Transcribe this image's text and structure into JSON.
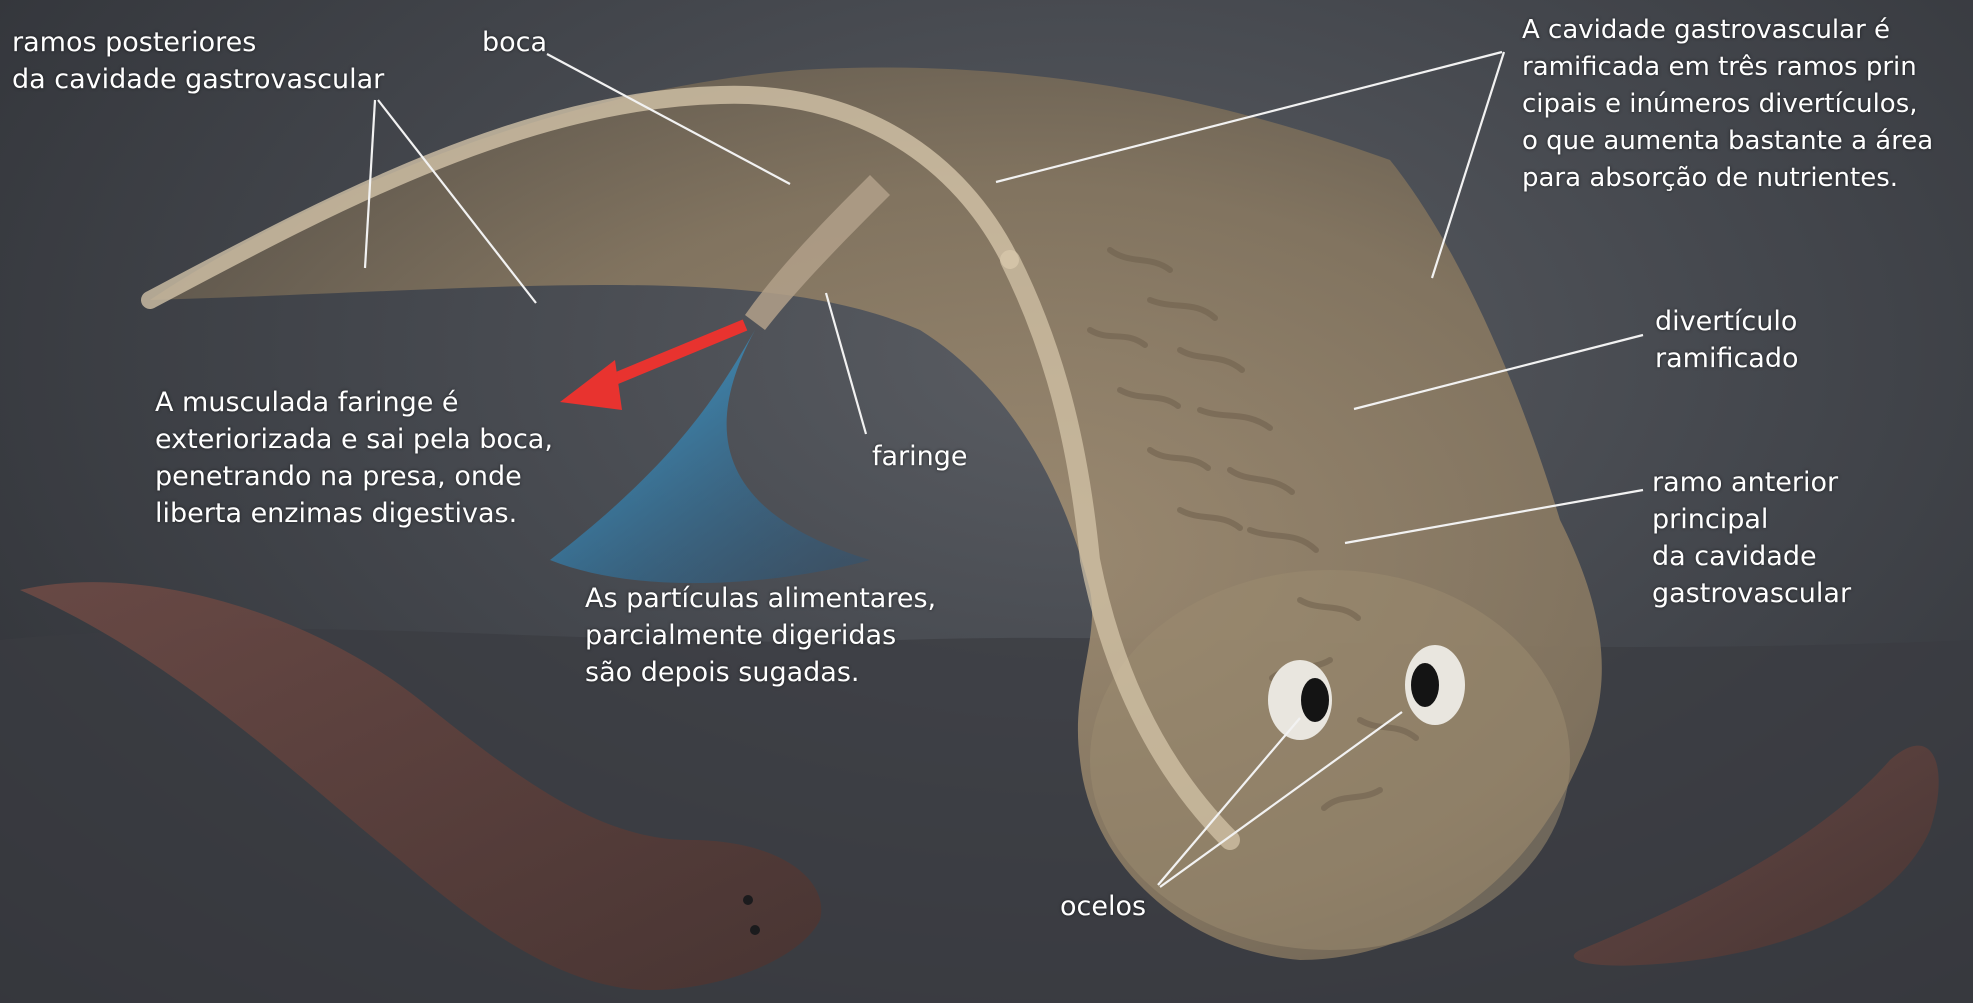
{
  "labels": {
    "ramos_posteriores": "ramos posteriores\nda cavidade gastrovascular",
    "boca": "boca",
    "cavidade_descricao": "A cavidade gastrovascular é\nramificada em três ramos prin\ncipais e inúmeros divertículos,\no que aumenta bastante a área\npara absorção de nutrientes.",
    "diverticulo": "divertículo\nramificado",
    "faringe_descricao": "A musculada faringe é\nexteriorizada e sai pela boca,\npenetrando na presa, onde\nliberta enzimas digestivas.",
    "faringe": "faringe",
    "ramo_anterior": "ramo anterior\nprincipal\nda cavidade\ngastrovascular",
    "particulas": "As partículas alimentares,\nparcialmente digeridas\nsão depois sugadas.",
    "ocelos": "ocelos"
  },
  "colors": {
    "background": "#44474d",
    "body": "#8a7b66",
    "gut_branch": "#d9c9ad",
    "arrow_red": "#e8332f",
    "suction_blue": "#3aa7df",
    "label_text": "#ffffff",
    "label_text_dark": "#1b1b1d"
  }
}
